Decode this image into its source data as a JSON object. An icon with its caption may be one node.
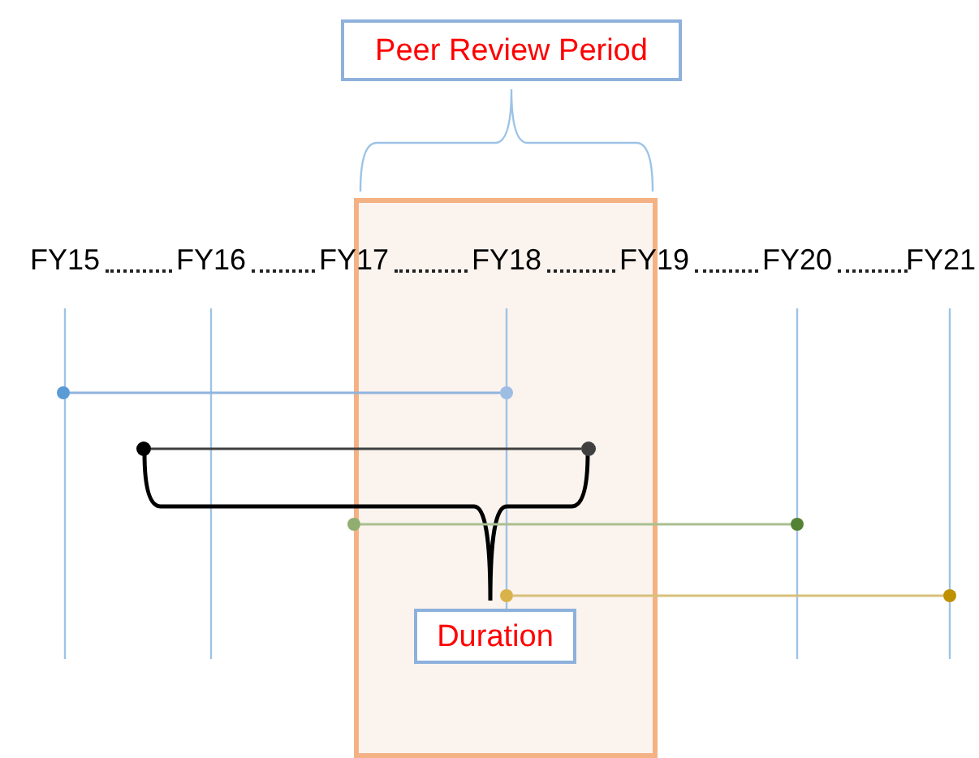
{
  "diagram": {
    "nodes": [
      {
        "text": [
          "Peer Review Period"
        ]
      },
      {
        "text": [],
        "shape": "box"
      },
      {
        "text": [
          "Duration"
        ],
        "in": 1
      },
      {
        "text": [],
        "shape": "circle"
      },
      {
        "text": [],
        "shape": "circle",
        "in": 1
      },
      {
        "text": [],
        "shape": "circle"
      },
      {
        "text": [],
        "shape": "circle",
        "in": 1
      },
      {
        "text": [],
        "shape": "circle"
      },
      {
        "text": [],
        "shape": "circle"
      },
      {
        "text": [],
        "shape": "circle",
        "in": 1
      },
      {
        "text": [],
        "shape": "circle"
      }
    ],
    "edges": [
      {
        "from": 3,
        "to": 4,
        "arrow": "none",
        "color": "#8fb4de"
      },
      {
        "from": 5,
        "to": 6,
        "arrow": "none",
        "color": "#404040"
      },
      {
        "from": 7,
        "to": 8,
        "arrow": "none",
        "color": "#a9c08f"
      },
      {
        "from": 9,
        "to": 10,
        "arrow": "none",
        "color": "#d8c07a"
      }
    ],
    "labels": [
      "FY15",
      "FY16",
      "FY17",
      "FY18",
      "FY19",
      "FY20",
      "FY21"
    ]
  }
}
